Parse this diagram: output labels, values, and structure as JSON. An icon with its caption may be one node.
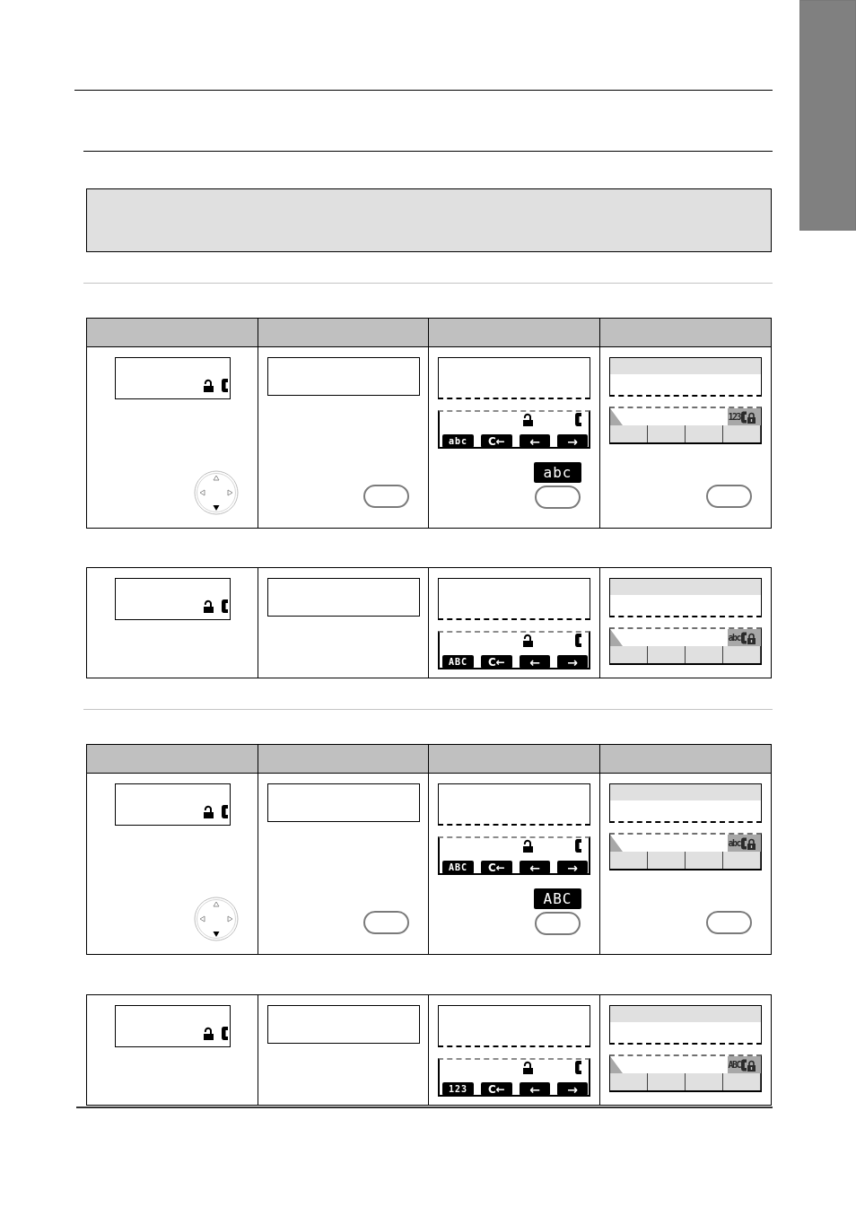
{
  "diagram": {
    "nodes": [
      {
        "text": [],
        "shape": "box"
      },
      {
        "text": [],
        "shape": "box"
      },
      {
        "text": [],
        "shape": "box"
      },
      {
        "text": [],
        "shape": "box"
      },
      {
        "text": [],
        "shape": "box"
      },
      {
        "text": [
          "abc"
        ],
        "in": 4
      },
      {
        "text": [
          "C←"
        ],
        "in": 4
      },
      {
        "text": [
          "←"
        ],
        "in": 4
      },
      {
        "text": [
          "→"
        ],
        "in": 4
      },
      {
        "text": [
          "abc"
        ]
      },
      {
        "text": [],
        "shape": "box"
      },
      {
        "text": [],
        "shape": "bar",
        "in": 10
      },
      {
        "text": [],
        "shape": "box"
      },
      {
        "text": [
          "123"
        ],
        "in": 12
      },
      {
        "text": [],
        "shape": "box",
        "in": 12
      },
      {
        "text": [],
        "shape": "box",
        "in": 12
      },
      {
        "text": [],
        "shape": "box",
        "in": 12
      },
      {
        "text": [],
        "shape": "box",
        "in": 12
      },
      {
        "text": [],
        "shape": "box"
      },
      {
        "text": [],
        "shape": "box"
      },
      {
        "text": [],
        "shape": "box"
      },
      {
        "text": [],
        "shape": "box"
      },
      {
        "text": [
          "ABC"
        ],
        "in": 21
      },
      {
        "text": [
          "C←"
        ],
        "in": 21
      },
      {
        "text": [
          "←"
        ],
        "in": 21
      },
      {
        "text": [
          "→"
        ],
        "in": 21
      },
      {
        "text": [],
        "shape": "box"
      },
      {
        "text": [],
        "shape": "bar",
        "in": 26
      },
      {
        "text": [],
        "shape": "box"
      },
      {
        "text": [
          "abc"
        ],
        "in": 28
      },
      {
        "text": [],
        "shape": "box",
        "in": 28
      },
      {
        "text": [],
        "shape": "box",
        "in": 28
      },
      {
        "text": [],
        "shape": "box",
        "in": 28
      },
      {
        "text": [],
        "shape": "box",
        "in": 28
      },
      {
        "text": [],
        "shape": "box"
      },
      {
        "text": [],
        "shape": "box"
      },
      {
        "text": [],
        "shape": "box"
      },
      {
        "text": [],
        "shape": "box"
      },
      {
        "text": [
          "ABC"
        ],
        "in": 37
      },
      {
        "text": [
          "C←"
        ],
        "in": 37
      },
      {
        "text": [
          "←"
        ],
        "in": 37
      },
      {
        "text": [
          "→"
        ],
        "in": 37
      },
      {
        "text": [
          "ABC"
        ]
      },
      {
        "text": [],
        "shape": "box"
      },
      {
        "text": [],
        "shape": "bar",
        "in": 43
      },
      {
        "text": [],
        "shape": "box"
      },
      {
        "text": [
          "abc"
        ],
        "in": 45
      },
      {
        "text": [],
        "shape": "box",
        "in": 45
      },
      {
        "text": [],
        "shape": "box",
        "in": 45
      },
      {
        "text": [],
        "shape": "box",
        "in": 45
      },
      {
        "text": [],
        "shape": "box",
        "in": 45
      },
      {
        "text": [],
        "shape": "box"
      },
      {
        "text": [],
        "shape": "box"
      },
      {
        "text": [],
        "shape": "box"
      },
      {
        "text": [],
        "shape": "box"
      },
      {
        "text": [
          "123"
        ],
        "in": 54
      },
      {
        "text": [
          "C←"
        ],
        "in": 54
      },
      {
        "text": [
          "←"
        ],
        "in": 54
      },
      {
        "text": [
          "→"
        ],
        "in": 54
      },
      {
        "text": [],
        "shape": "box"
      },
      {
        "text": [],
        "shape": "bar",
        "in": 59
      },
      {
        "text": [],
        "shape": "box"
      },
      {
        "text": [
          "ABC"
        ],
        "in": 61
      },
      {
        "text": [],
        "shape": "box",
        "in": 61
      },
      {
        "text": [],
        "shape": "box",
        "in": 61
      },
      {
        "text": [],
        "shape": "box",
        "in": 61
      },
      {
        "text": [],
        "shape": "box",
        "in": 61
      }
    ]
  }
}
